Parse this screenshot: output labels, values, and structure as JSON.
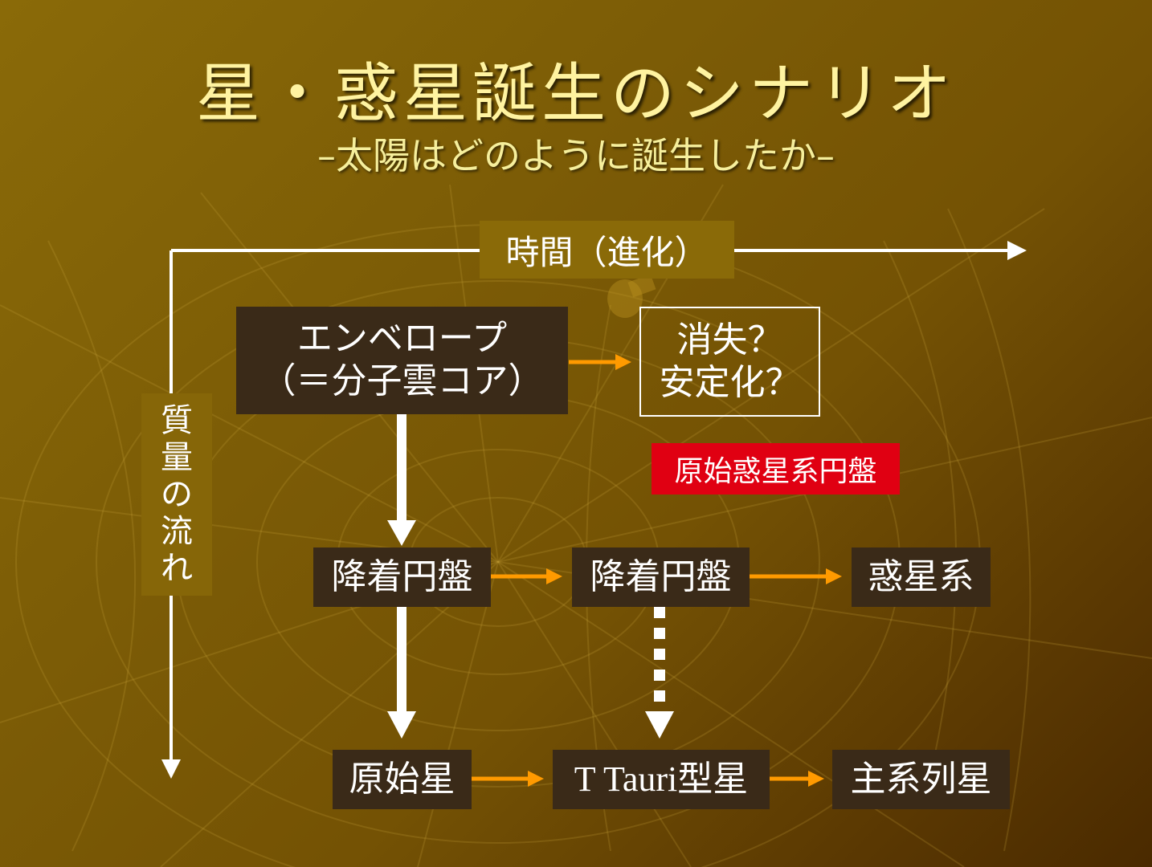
{
  "title": "星・惑星誕生のシナリオ",
  "subtitle": "–太陽はどのように誕生したか–",
  "axes": {
    "time_label": "時間（進化）",
    "mass_label_chars": [
      "質",
      "量",
      "の",
      "流",
      "れ"
    ]
  },
  "nodes": {
    "envelope_line1": "エンベロープ",
    "envelope_line2": "（＝分子雲コア）",
    "vanish_line1": "消失？",
    "vanish_line2": "安定化？",
    "protoplanetary_disk": "原始惑星系円盤",
    "accretion_disk_1": "降着円盤",
    "accretion_disk_2": "降着円盤",
    "planetary_system": "惑星系",
    "protostar": "原始星",
    "t_tauri": "T Tauri型星",
    "main_sequence": "主系列星"
  },
  "colors": {
    "box_fill": "#3a2a18",
    "arrow_orange": "#ff9a00",
    "arrow_white": "#ffffff",
    "red_label": "#e00012",
    "title": "#fff3a0"
  }
}
